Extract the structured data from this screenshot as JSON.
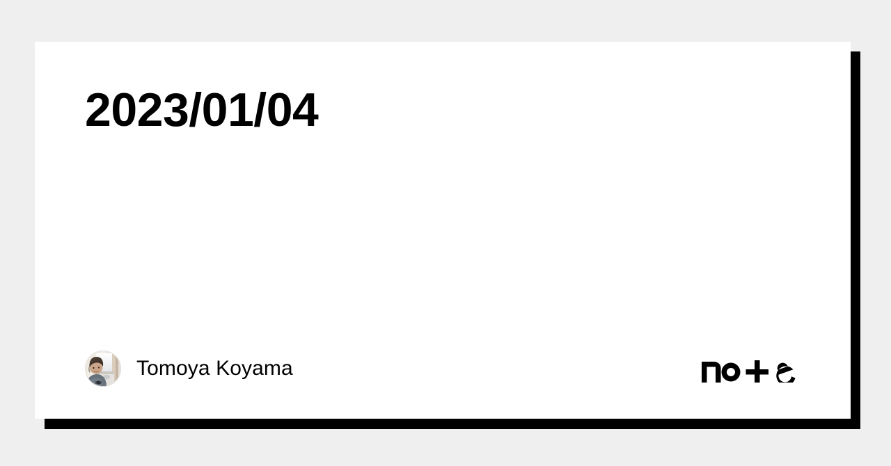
{
  "page": {
    "background_color": "#efefef",
    "card_background": "#ffffff",
    "shadow_color": "#000000",
    "text_color": "#000000"
  },
  "card": {
    "title": "2023/01/04",
    "footer": {
      "avatar": {
        "icon": "user-avatar-photo",
        "alt": "Tomoya Koyama profile photo"
      },
      "author_name": "Tomoya Koyama",
      "brand": {
        "name": "note",
        "icon": "note-wordmark-logo",
        "letters": [
          "n",
          "o",
          "t",
          "e"
        ]
      }
    }
  }
}
